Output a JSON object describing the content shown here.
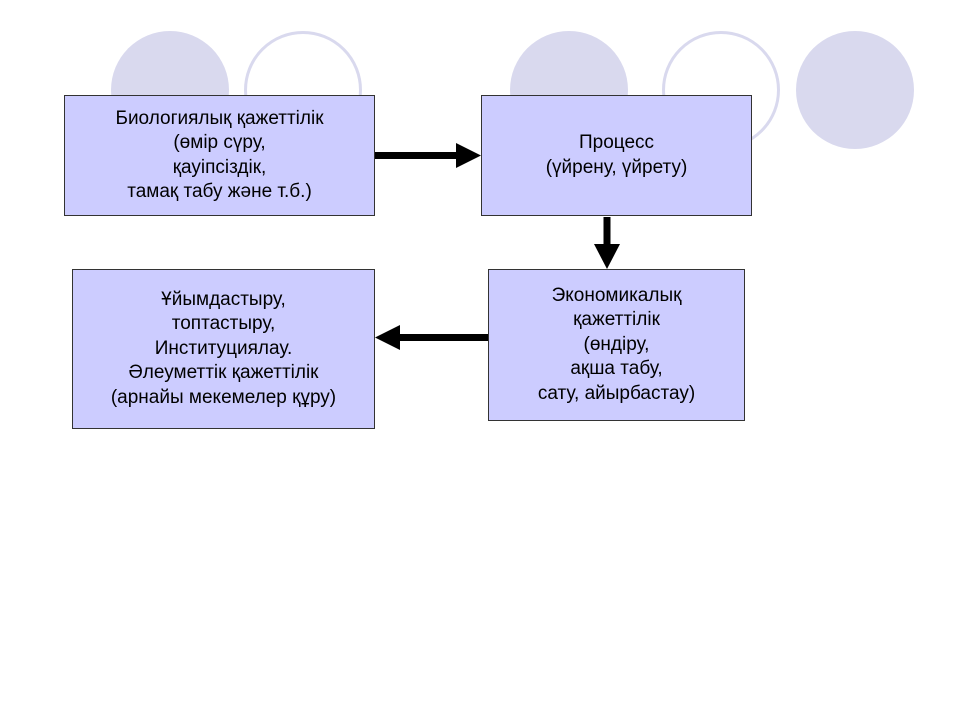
{
  "slide": {
    "background": "#ffffff"
  },
  "colors": {
    "box_fill": "#ccccff",
    "box_border": "#333333",
    "arrow": "#000000",
    "decor_circle": "#d9d9ee"
  },
  "boxes": {
    "biological": {
      "lines": [
        "Биологиялық қажеттілік",
        "(өмір сүру,",
        "қауіпсіздік,",
        "тамақ табу және т.б.)"
      ]
    },
    "process": {
      "lines": [
        "Процесс",
        "(үйрену, үйрету)"
      ]
    },
    "economic": {
      "lines": [
        "Экономикалық",
        "қажеттілік",
        "(өндіру,",
        "ақша табу,",
        "сату, айырбастау)"
      ]
    },
    "social": {
      "lines": [
        "Ұйымдастыру,",
        "топтастыру,",
        "Институциялау.",
        "Әлеуметтік қажеттілік",
        "(арнайы мекемелер құру)"
      ]
    }
  },
  "connections": [
    {
      "from": "biological",
      "to": "process"
    },
    {
      "from": "process",
      "to": "economic"
    },
    {
      "from": "economic",
      "to": "social"
    }
  ]
}
